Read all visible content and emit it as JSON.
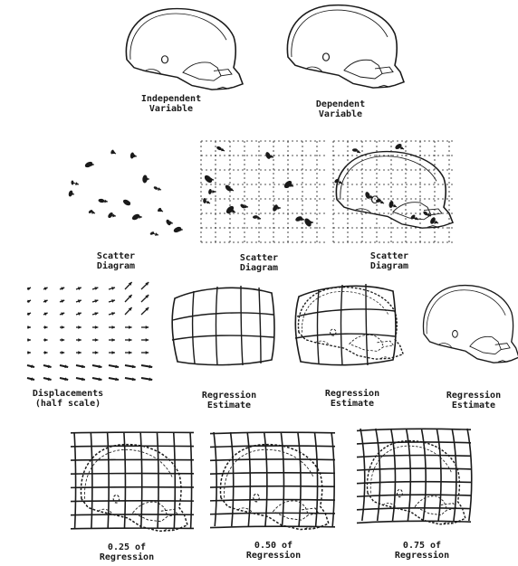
{
  "captions": {
    "independent": [
      "Independent",
      "Variable"
    ],
    "dependent": [
      "Dependent",
      "Variable"
    ],
    "scatter1": [
      "Scatter",
      "Diagram"
    ],
    "scatter2": [
      "Scatter",
      "Diagram"
    ],
    "scatter3": [
      "Scatter",
      "Diagram"
    ],
    "displacements": [
      "Displacements",
      "(half scale)"
    ],
    "regression1": [
      "Regression",
      "Estimate"
    ],
    "regression2": [
      "Regression",
      "Estimate"
    ],
    "regression3": [
      "Regression",
      "Estimate"
    ],
    "partial25": [
      "0.25 of",
      "Regression"
    ],
    "partial50": [
      "0.50 of",
      "Regression"
    ],
    "partial75": [
      "0.75 of",
      "Regression"
    ]
  },
  "colors": {
    "ink": "#1a1a1a",
    "paper": "#ffffff"
  }
}
